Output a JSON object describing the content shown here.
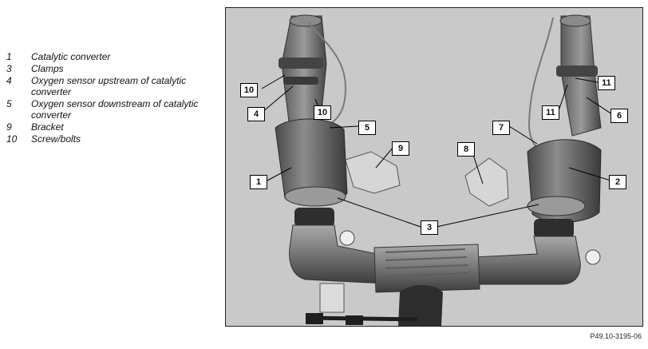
{
  "legend": [
    {
      "num": "1",
      "text": "Catalytic converter"
    },
    {
      "num": "3",
      "text": "Clamps"
    },
    {
      "num": "4",
      "text": "Oxygen sensor upstream of catalytic converter"
    },
    {
      "num": "5",
      "text": "Oxygen sensor downstream of catalytic converter"
    },
    {
      "num": "9",
      "text": "Bracket"
    },
    {
      "num": "10",
      "text": "Screw/bolts"
    }
  ],
  "callouts": {
    "c10a": "10",
    "c4": "4",
    "c10b": "10",
    "c5": "5",
    "c9": "9",
    "c1": "1",
    "c3": "3",
    "c8": "8",
    "c7": "7",
    "c11a": "11",
    "c11b": "11",
    "c6": "6",
    "c2": "2"
  },
  "caption": "P49.10-3195-06"
}
